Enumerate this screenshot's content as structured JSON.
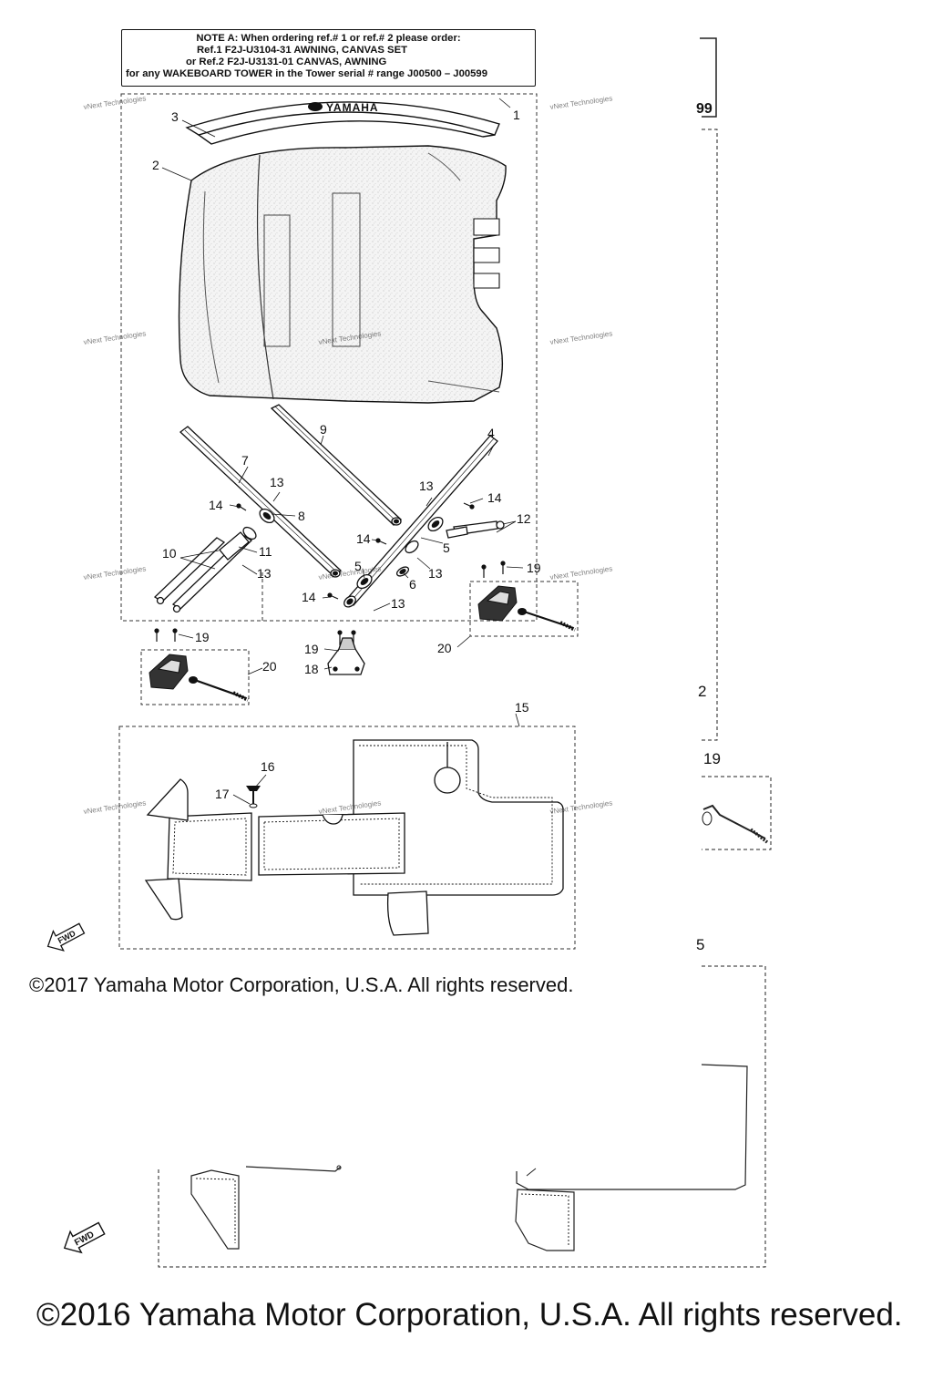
{
  "note": {
    "line1": "NOTE A: When ordering ref.# 1 or ref.# 2 please order:",
    "line2": "Ref.1  F2J-U3104-31 AWNING, CANVAS SET",
    "line3": "or  Ref.2  F2J-U3131-01 CANVAS, AWNING",
    "line4": "for any WAKEBOARD TOWER in the Tower serial # range J00500 – J00599"
  },
  "brand_logo_text": "YAMAHA",
  "watermark_text": "vNext Technologies",
  "fwd_label": "FWD",
  "callouts": {
    "c1": "1",
    "c2": "2",
    "c3": "3",
    "c4": "4",
    "c5a": "5",
    "c5b": "5",
    "c6": "6",
    "c7": "7",
    "c8": "8",
    "c9": "9",
    "c10": "10",
    "c11": "11",
    "c12": "12",
    "c13a": "13",
    "c13b": "13",
    "c13c": "13",
    "c13d": "13",
    "c13e": "13",
    "c14a": "14",
    "c14b": "14",
    "c14c": "14",
    "c14d": "14",
    "c15": "15",
    "c16": "16",
    "c17": "17",
    "c18": "18",
    "c19a": "19",
    "c19b": "19",
    "c19c": "19",
    "c20a": "20",
    "c20b": "20"
  },
  "background_fragments": {
    "f99": "99",
    "f2": "2",
    "f19": "19",
    "f5": "5"
  },
  "copyright_2017": "©2017 Yamaha Motor Corporation, U.S.A. All rights reserved.",
  "copyright_2016": "©2016 Yamaha Motor Corporation, U.S.A. All rights reserved."
}
